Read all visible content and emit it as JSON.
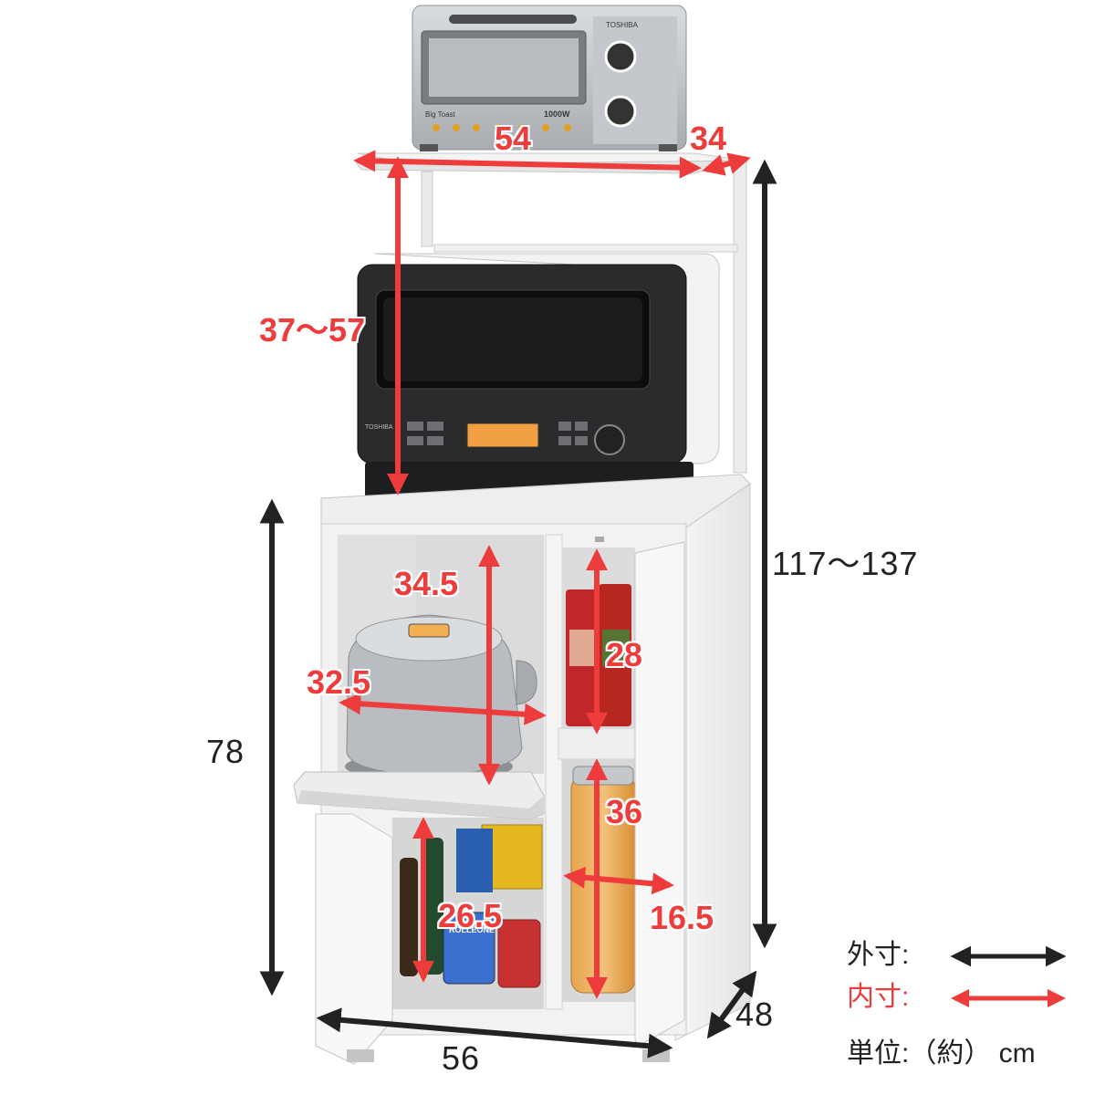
{
  "colors": {
    "outer_arrow": "#222222",
    "inner_arrow": "#ee3b3b",
    "furniture": "#eeeeee",
    "furniture_edge": "#c8c8c8"
  },
  "appliances": {
    "toaster_brand": "TOSHIBA",
    "toaster_model": "Big Toast",
    "toaster_power": "1000W",
    "microwave_brand": "TOSHIBA"
  },
  "products": {
    "tin_label": "ROLLEONE"
  },
  "dimensions": {
    "outer": {
      "top_shelf_width": "54",
      "top_shelf_depth": "34",
      "total_height": "117～137",
      "cabinet_height": "78",
      "cabinet_width": "56",
      "cabinet_depth": "48"
    },
    "inner": {
      "shelf_gap": "37～57",
      "upper_left_height": "34.5",
      "upper_left_width": "32.5",
      "upper_right_height": "28",
      "lower_right_height": "36",
      "lower_right_width": "16.5",
      "lower_left_height": "26.5"
    }
  },
  "legend": {
    "outer_label": "外寸:",
    "inner_label": "内寸:",
    "unit_label": "単位:（約） cm"
  }
}
